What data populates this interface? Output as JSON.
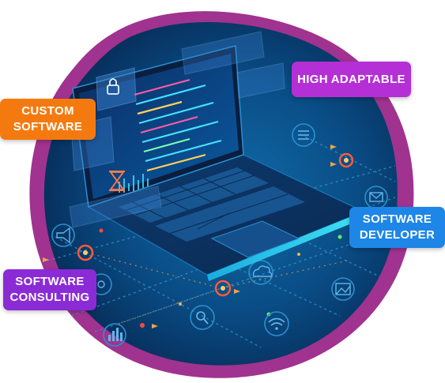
{
  "labels": {
    "custom_software": {
      "line1": "CUSTOM",
      "line2": "SOFTWARE"
    },
    "high_adaptable": {
      "text": "HIGH ADAPTABLE"
    },
    "software_developer": {
      "line1": "SOFTWARE",
      "line2": "DEVELOPER"
    },
    "software_consulting": {
      "line1": "SOFTWARE",
      "line2": "CONSULTING"
    }
  },
  "colors": {
    "blob_border": "#a0338f",
    "blob_inner": "#0a4d86",
    "blob_deep": "#062a55",
    "custom_software_bg": "#f47a10",
    "high_adaptable_bg": "#b52fd6",
    "software_developer_bg": "#1d86e6",
    "software_consulting_bg": "#8a2bd6",
    "screen_glow": "#29d7f0",
    "node_accent": "#ff4a3a"
  },
  "icons": [
    "laptop-icon",
    "lock-icon",
    "hourglass-icon",
    "cloud-icon",
    "wifi-icon",
    "search-icon",
    "image-icon",
    "mail-icon",
    "menu-icon",
    "chart-icon",
    "megaphone-icon"
  ]
}
